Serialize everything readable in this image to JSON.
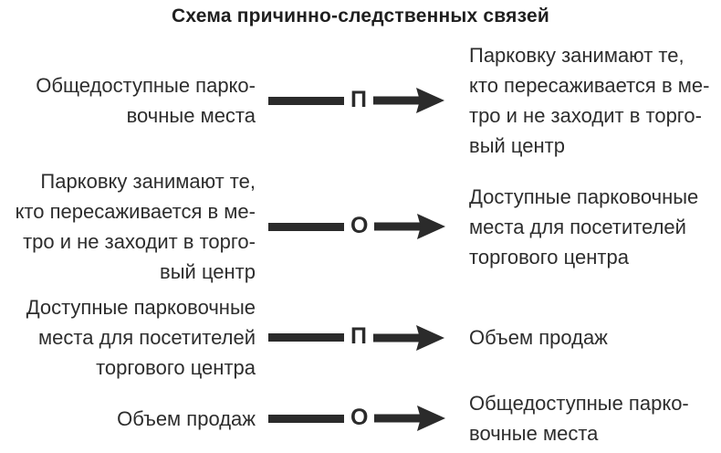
{
  "title": "Схема причинно-следственных связей",
  "colors": {
    "ink": "#2d2d2d",
    "arrow": "#2b2b2b",
    "background": "#ffffff"
  },
  "rows": [
    {
      "cause": "Общедоступные парко-\nвочные места",
      "link_type": "П",
      "effect": "Парковку занимают те,\nкто пересаживается в ме-\nтро и не заходит в торго-\nвый центр"
    },
    {
      "cause": "Парковку занимают те,\nкто пересаживается в ме-\nтро и не заходит в торго-\nвый центр",
      "link_type": "О",
      "effect": "Доступные парковочные\nместа для посетителей\nторгового центра"
    },
    {
      "cause": "Доступные парковочные\nместа для посетителей\nторгового центра",
      "link_type": "П",
      "effect": "Объем продаж"
    },
    {
      "cause": "Объем продаж",
      "link_type": "О",
      "effect": "Общедоступные парко-\nвочные места"
    }
  ]
}
